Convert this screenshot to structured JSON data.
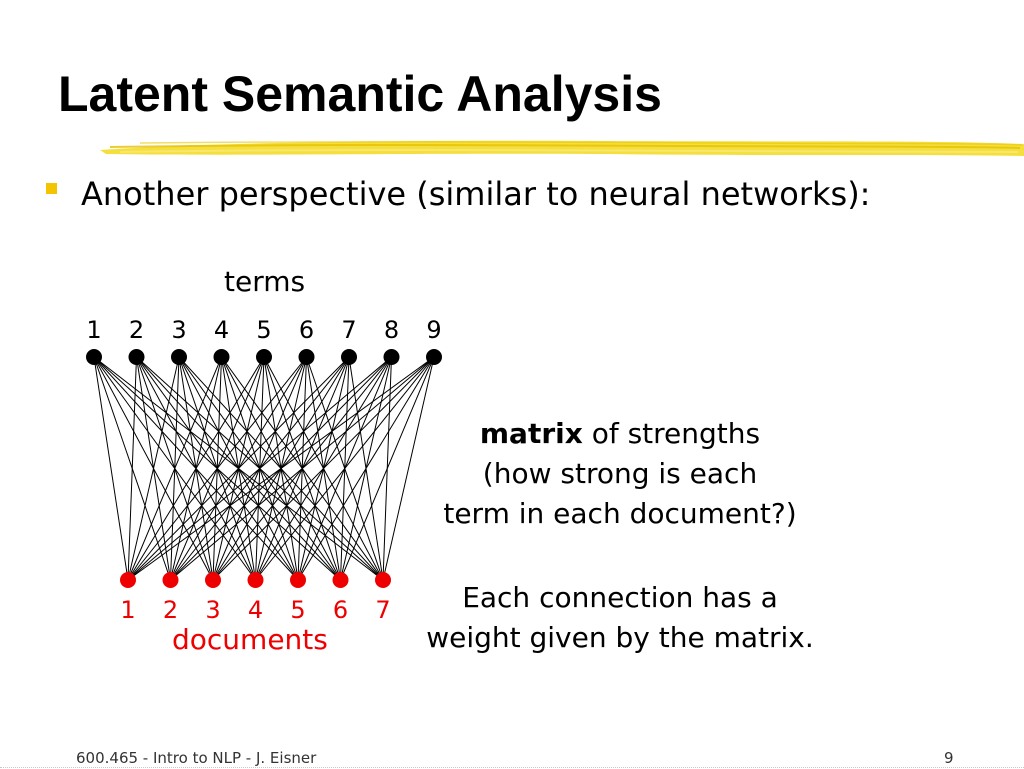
{
  "slide": {
    "title": "Latent Semantic Analysis",
    "bullet": "Another perspective (similar to neural networks):"
  },
  "diagram": {
    "terms_label": "terms",
    "documents_label": "documents",
    "terms": [
      "1",
      "2",
      "3",
      "4",
      "5",
      "6",
      "7",
      "8",
      "9"
    ],
    "documents": [
      "1",
      "2",
      "3",
      "4",
      "5",
      "6",
      "7"
    ],
    "term_color": "#000000",
    "document_color": "#ee0000"
  },
  "description": {
    "matrix_word": "matrix",
    "line1_rest": " of strengths",
    "line2": "(how strong is each",
    "line3": "term in each document?)",
    "para2_line1": "Each connection has a",
    "para2_line2": "weight given by the matrix."
  },
  "footer": {
    "text": "600.465 - Intro to NLP - J. Eisner",
    "page": "9"
  },
  "colors": {
    "accent": "#f5c400",
    "highlight": "#f2d400",
    "red": "#ee0000"
  }
}
